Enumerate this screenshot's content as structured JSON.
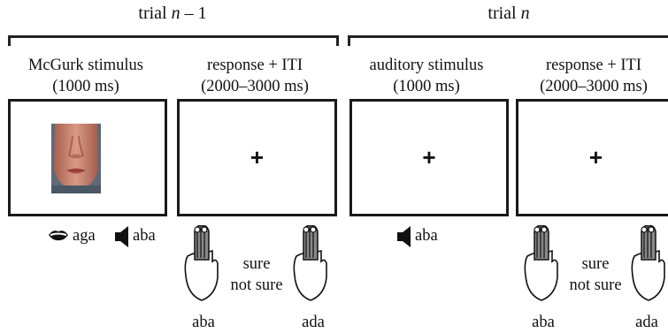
{
  "trials": [
    {
      "label_prefix": "trial ",
      "label_var": "n",
      "label_suffix": " – 1",
      "phases": [
        {
          "title": "McGurk stimulus",
          "duration": "(1000 ms)",
          "content": "face"
        },
        {
          "title": "response + ITI",
          "duration": "(2000–3000 ms)",
          "content": "+"
        }
      ],
      "stimulus": {
        "visual": "aga",
        "audio": "aba"
      }
    },
    {
      "label_prefix": "trial ",
      "label_var": "n",
      "label_suffix": "",
      "phases": [
        {
          "title": "auditory stimulus",
          "duration": "(1000 ms)",
          "content": "+"
        },
        {
          "title": "response + ITI",
          "duration": "(2000–3000 ms)",
          "content": "+"
        }
      ],
      "stimulus": {
        "audio": "aba"
      }
    }
  ],
  "response": {
    "confidence_sure": "sure",
    "confidence_not_sure": "not sure",
    "left_hand": "aba",
    "right_hand": "ada"
  },
  "icons": [
    "lips-icon",
    "speaker-icon",
    "hand-icon"
  ]
}
